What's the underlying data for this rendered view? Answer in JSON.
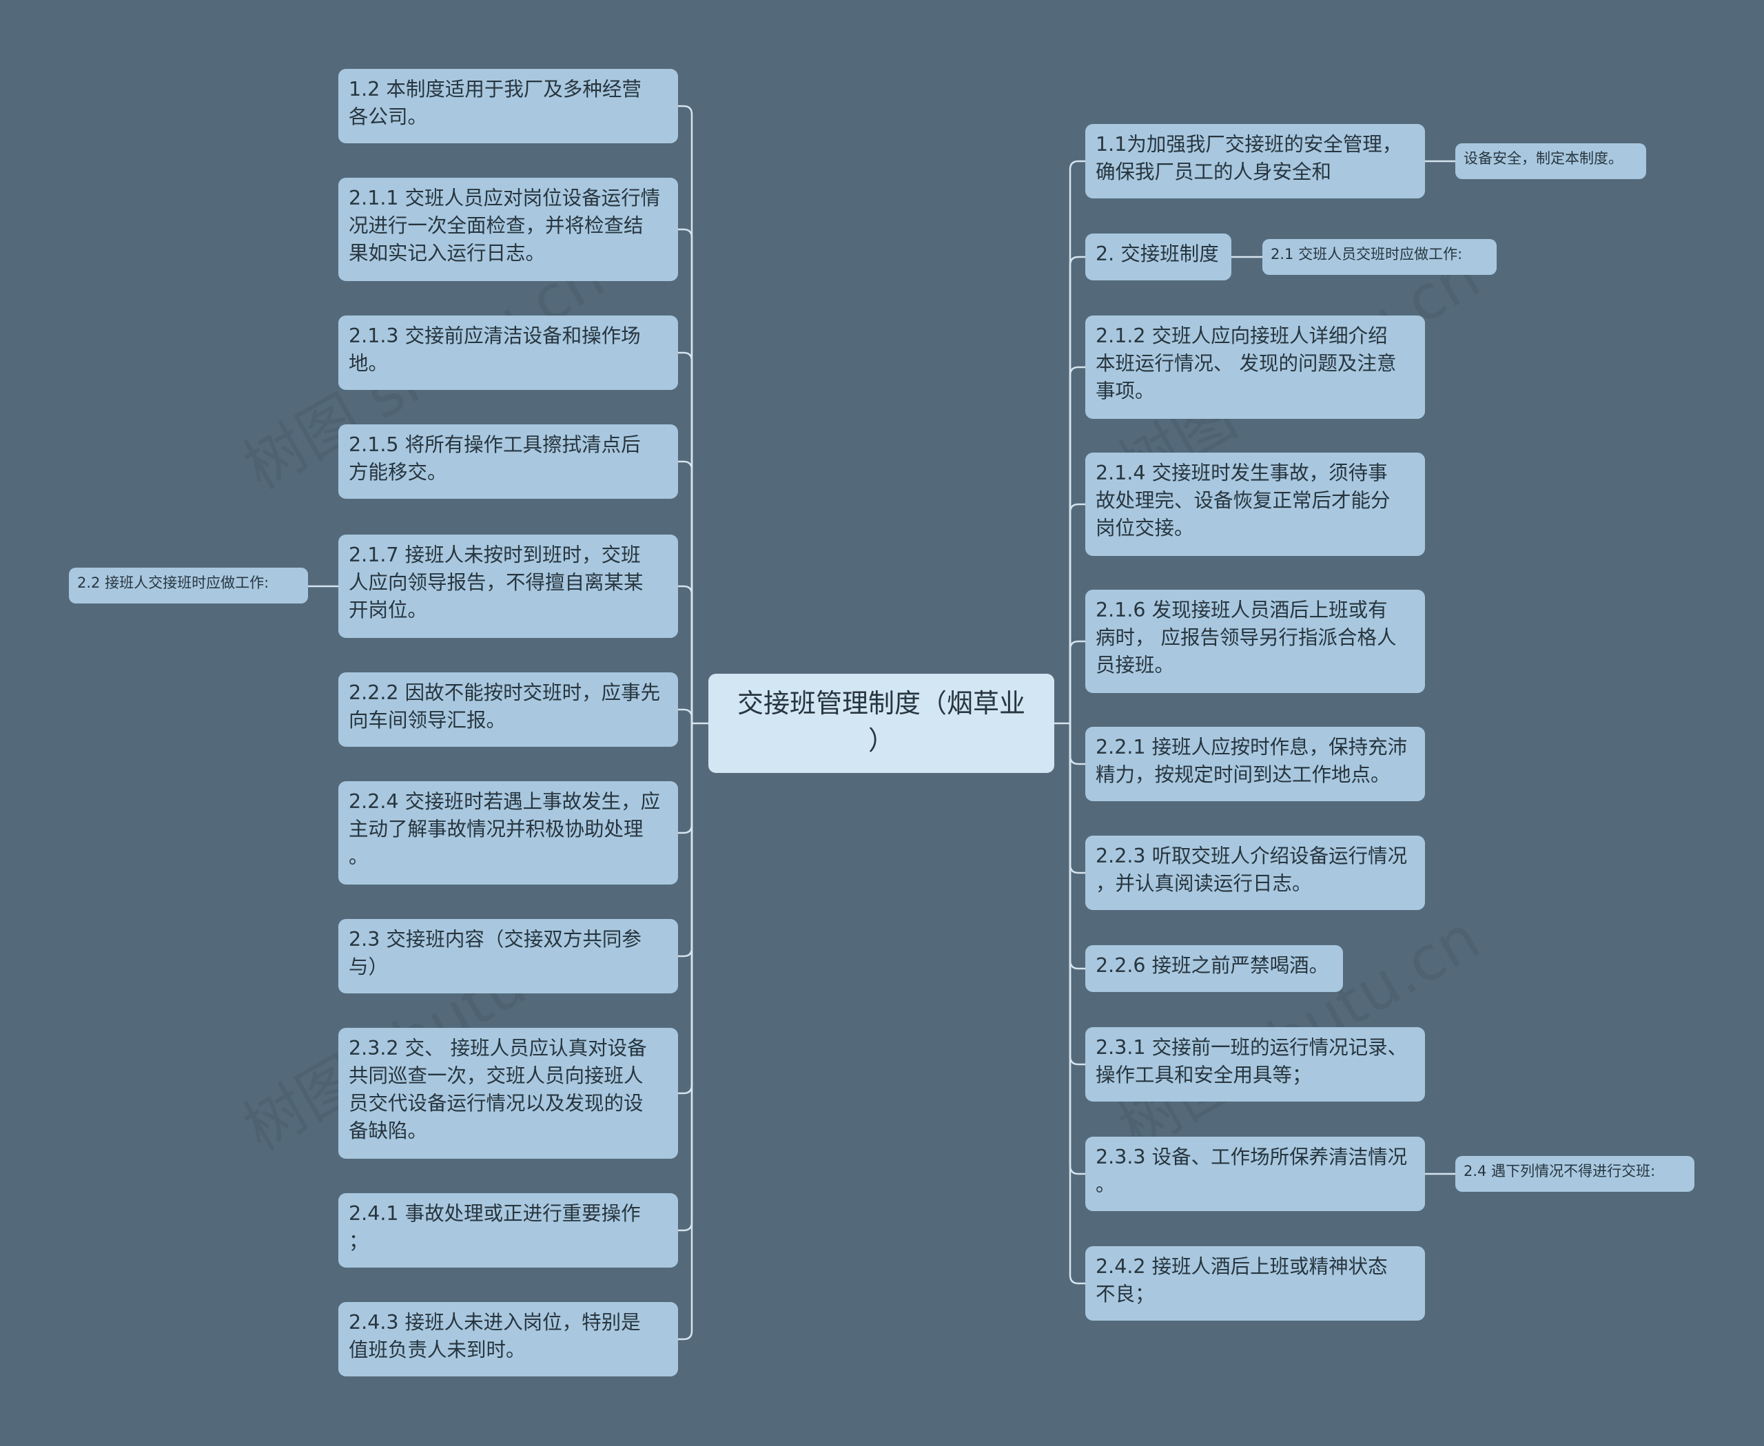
{
  "center": {
    "title": "交接班管理制度（烟草业\n）"
  },
  "left": [
    "1.2 本制度适用于我厂及多种经营\n各公司。",
    "2.1.1 交班人员应对岗位设备运行情\n况进行一次全面检查，并将检查结\n果如实记入运行日志。",
    "2.1.3  交接前应清洁设备和操作场\n地。",
    "2.1.5  将所有操作工具擦拭清点后\n方能移交。",
    "2.1.7  接班人未按时到班时，交班\n人应向领导报告，不得擅自离某某\n开岗位。",
    "2.2.2 因故不能按时交班时，应事先\n向车间领导汇报。",
    "2.2.4 交接班时若遇上事故发生，应\n主动了解事故情况并积极协助处理\n。",
    "2.3 交接班内容（交接双方共同参\n与）",
    "2.3.2 交、 接班人员应认真对设备\n共同巡查一次，交班人员向接班人\n员交代设备运行情况以及发现的设\n备缺陷。",
    "2.4.1  事故处理或正进行重要操作\n；",
    "2.4.3  接班人未进入岗位，特别是\n值班负责人未到时。"
  ],
  "right": [
    "1.1为加强我厂交接班的安全管理，\n确保我厂员工的人身安全和",
    "2. 交接班制度",
    "2.1.2  交班人应向接班人详细介绍\n本班运行情况、 发现的问题及注意\n事项。",
    "2.1.4  交接班时发生事故，须待事\n故处理完、设备恢复正常后才能分\n岗位交接。",
    "2.1.6  发现接班人员酒后上班或有\n病时， 应报告领导另行指派合格人\n员接班。",
    "2.2.1 接班人应按时作息，保持充沛\n精力，按规定时间到达工作地点。",
    "2.2.3 听取交班人介绍设备运行情况\n，并认真阅读运行日志。",
    "2.2.6 接班之前严禁喝酒。",
    "2.3.1 交接前一班的运行情况记录、\n操作工具和安全用具等；",
    "2.3.3 设备、工作场所保养清洁情况\n。",
    "2.4.2  接班人酒后上班或精神状态\n不良；"
  ],
  "sub": {
    "left_217": "2.2  接班人交接班时应做工作:",
    "right_11": "设备安全，制定本制度。",
    "right_2": "2.1  交班人员交班时应做工作:",
    "right_233": "2.4  遇下列情况不得进行交班:"
  },
  "watermark": "树图 shutu.cn",
  "colors": {
    "background": "#546a7b",
    "node": "#a9c8df",
    "center": "#d3e6f3",
    "line": "#d6e4ee"
  }
}
